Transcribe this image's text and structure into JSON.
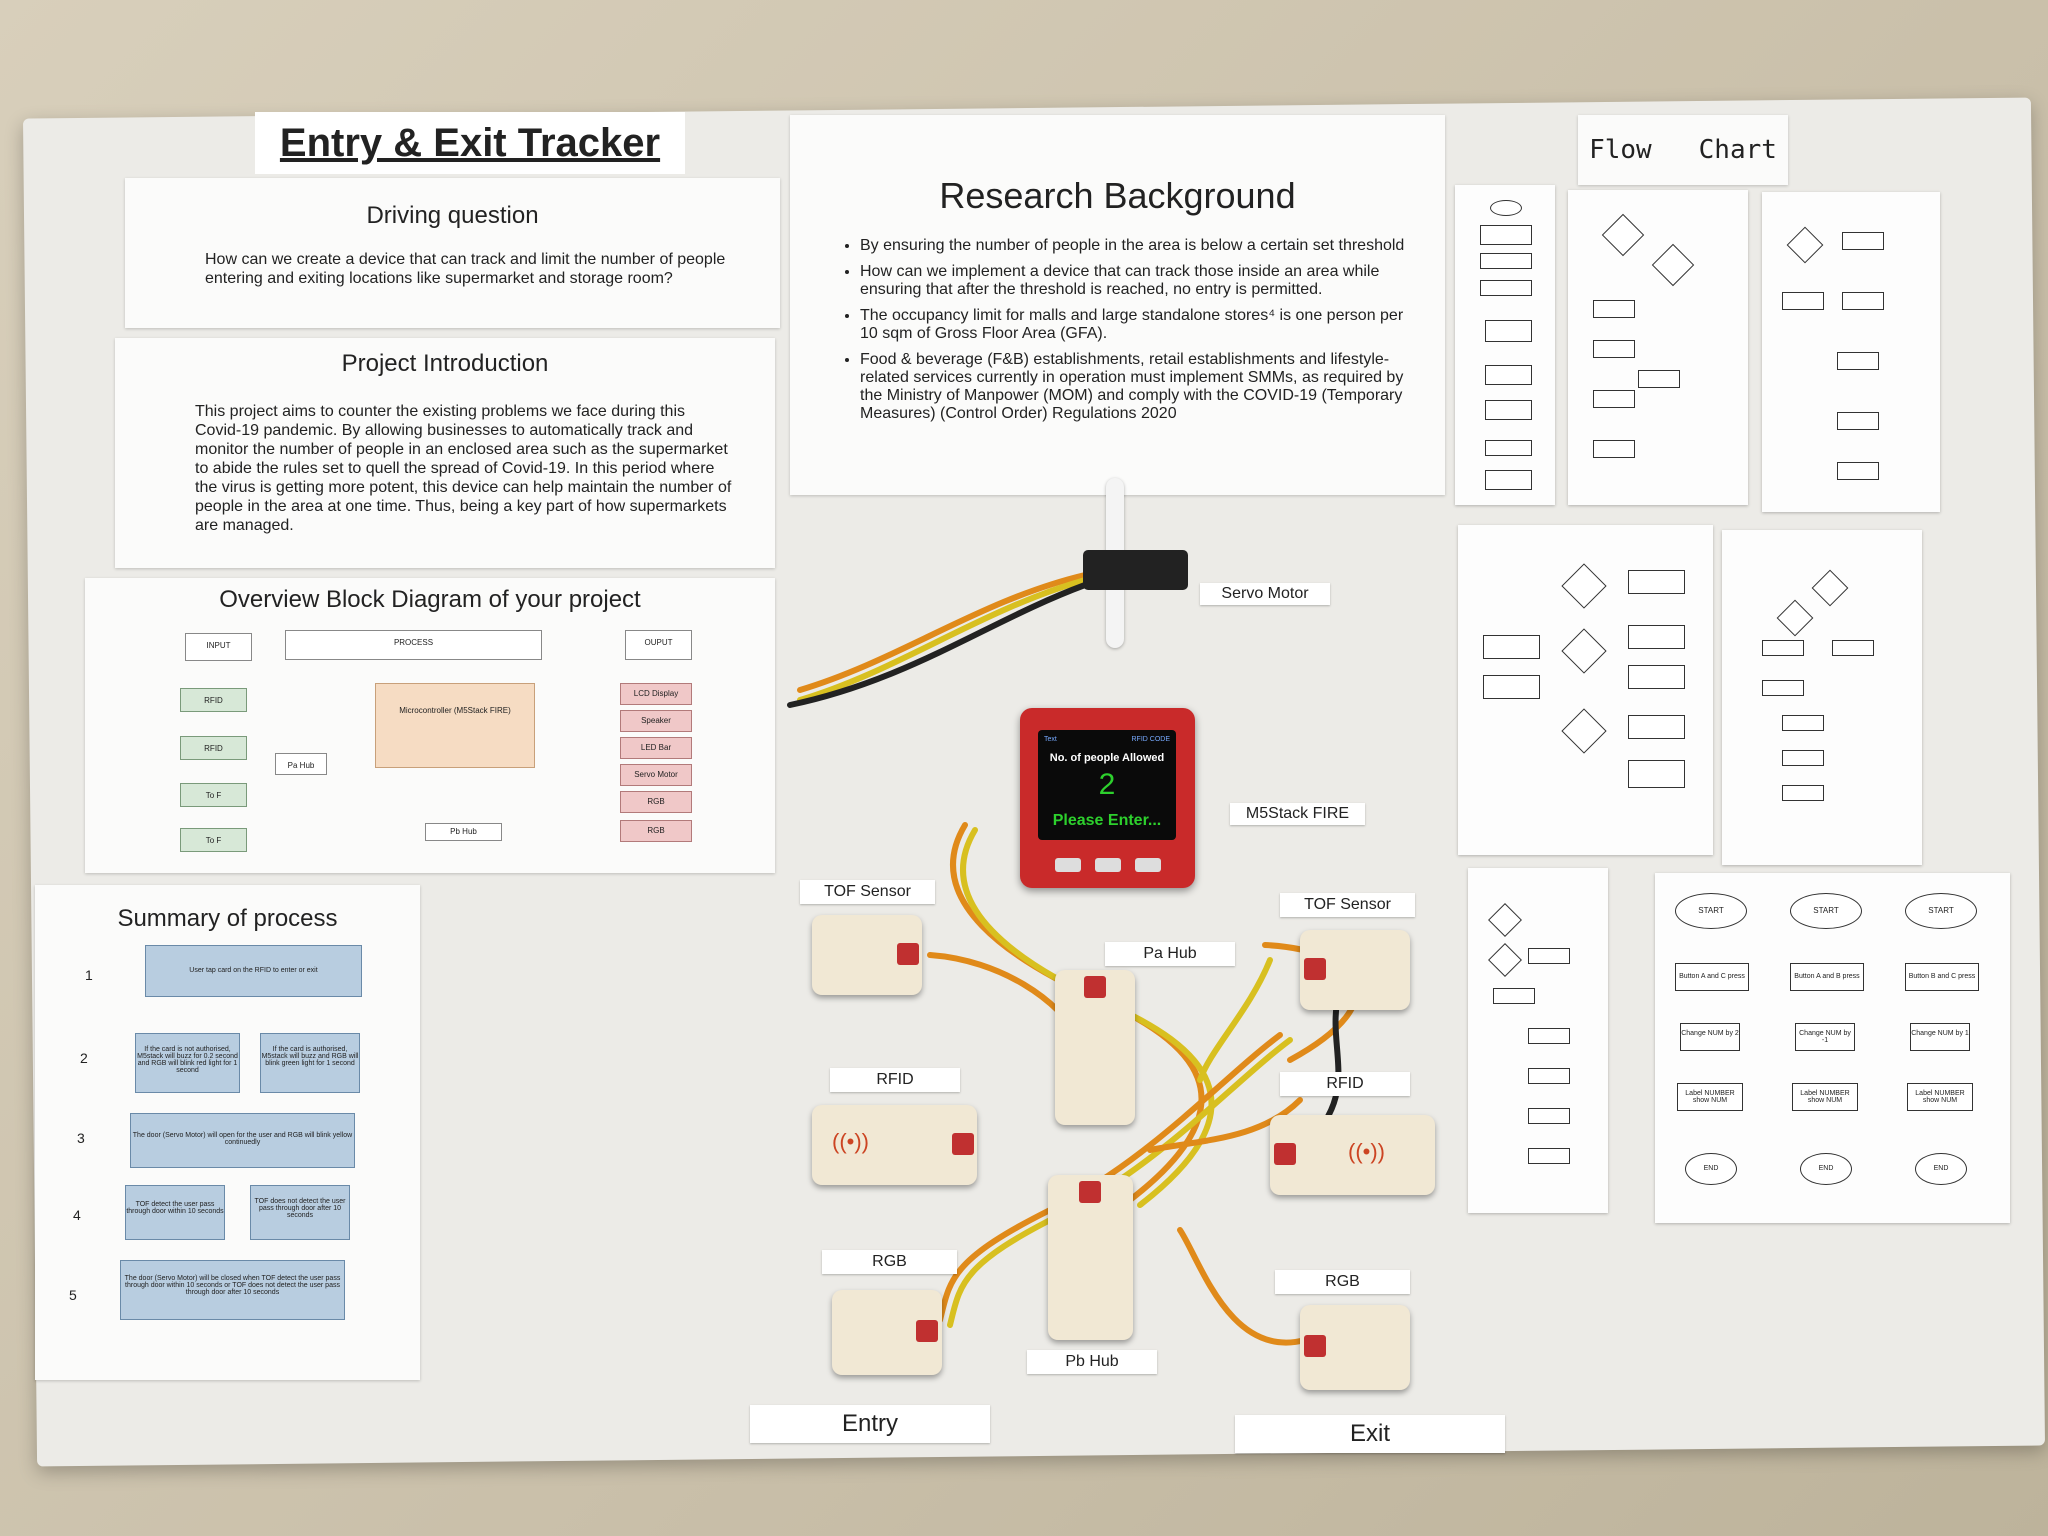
{
  "title": "Entry & Exit Tracker",
  "driving_question": {
    "heading": "Driving question",
    "text": "How can we create a device that can track and limit the number of people entering and exiting locations like supermarket and storage room?"
  },
  "project_intro": {
    "heading": "Project Introduction",
    "text": "This project aims to counter the existing problems we face during this Covid-19 pandemic. By allowing businesses to automatically track and monitor the number of people in an enclosed area such as the supermarket to abide the rules set to quell the spread of Covid-19. In this period where the virus is getting more potent, this device can help maintain the number of people in the area at one time. Thus, being a key part of how supermarkets are managed."
  },
  "block_diagram": {
    "heading": "Overview Block Diagram of your project",
    "input": "INPUT",
    "process": "PROCESS",
    "output": "OUPUT",
    "inputs": [
      "RFID",
      "RFID",
      "To F",
      "To F"
    ],
    "pa_hub": "Pa Hub",
    "pb_hub": "Pb Hub",
    "micro": "Microcontroller (M5Stack FIRE)",
    "outputs": [
      "LCD Display",
      "Speaker",
      "LED Bar",
      "Servo Motor",
      "RGB",
      "RGB"
    ]
  },
  "summary": {
    "heading": "Summary of process",
    "steps": [
      "1",
      "2",
      "3",
      "4",
      "5"
    ],
    "s1": "User tap card on the RFID to enter or exit",
    "s2a": "If the card is not authorised, M5stack will buzz for 0.2 second and RGB will blink red light for 1 second",
    "s2b": "If the card is authorised, M5stack will buzz and RGB will blink green light for 1 second",
    "s3": "The door (Servo Motor) will open for the user and RGB will blink yellow continuedly",
    "s4a": "TOF detect the user pass through door within 10 seconds",
    "s4b": "TOF does not detect the user pass through door after 10 seconds",
    "s5": "The door (Servo Motor) will be closed when TOF detect the user pass through door within 10 seconds or TOF does not detect the user pass through door after 10 seconds"
  },
  "research": {
    "heading": "Research Background",
    "bullets": [
      "By ensuring the number of people in the area is below a certain set threshold",
      "How can we implement a device that can track those inside an area while ensuring that after the threshold is reached, no entry is permitted.",
      "The occupancy limit for malls and large standalone stores⁴ is one person per 10 sqm of Gross Floor Area (GFA).",
      "Food & beverage (F&B) establishments, retail establishments and lifestyle-related services currently in operation must implement SMMs, as required by the Ministry of Manpower (MOM) and comply with the COVID-19 (Temporary Measures) (Control Order) Regulations 2020"
    ]
  },
  "flowchart": {
    "title": "Flow   Chart",
    "start": "START",
    "end": "END",
    "button_labels": [
      "Button A and C press",
      "Button A and B press",
      "Button B and C press"
    ],
    "change_labels": [
      "Change NUM by 2",
      "Change NUM by -1",
      "Change NUM by 1"
    ],
    "show_label": "Label NUMBER show NUM"
  },
  "hardware_labels": {
    "servo": "Servo Motor",
    "m5": "M5Stack FIRE",
    "tof_left": "TOF Sensor",
    "tof_right": "TOF Sensor",
    "pa_hub": "Pa Hub",
    "rfid_left": "RFID",
    "rfid_right": "RFID",
    "rgb_left": "RGB",
    "rgb_right": "RGB",
    "pb_hub": "Pb Hub",
    "entry": "Entry",
    "exit": "Exit"
  },
  "m5_screen": {
    "top_left": "Text",
    "top_right": "RFID CODE",
    "line1": "No. of people Allowed",
    "count": "2",
    "status": "Please Enter..."
  }
}
